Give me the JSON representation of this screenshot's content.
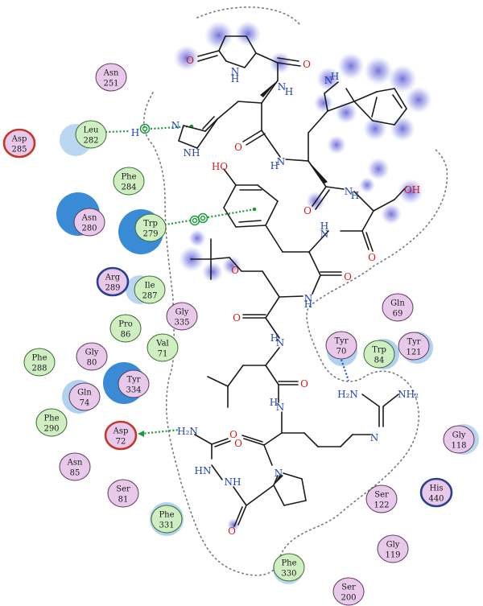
{
  "diagram": {
    "colors": {
      "polar_fill": "#e9c9e9",
      "hydrophobic_fill": "#cfeec2",
      "acidic_ring": "#c0392b",
      "basic_ring": "#2c3f8f",
      "exposure_halo": "#3a8bd6",
      "ligand_exposure": "#6f6fd8",
      "hbond": "#1a9a3a",
      "pi_stack": "#1a9a3a",
      "cation_pi": "#2255cc",
      "bond": "#1a1a1a",
      "oxygen": "#d11b1b",
      "nitrogen": "#2040b0",
      "pocket_outline": "#777777"
    },
    "residues": [
      {
        "id": "asn251",
        "l1": "Asn",
        "l2": "251",
        "type": "polar"
      },
      {
        "id": "leu282",
        "l1": "Leu",
        "l2": "282",
        "type": "hydrophobic",
        "halo": "small"
      },
      {
        "id": "asp285",
        "l1": "Asp",
        "l2": "285",
        "type": "acidic"
      },
      {
        "id": "phe284",
        "l1": "Phe",
        "l2": "284",
        "type": "hydrophobic"
      },
      {
        "id": "asn280",
        "l1": "Asn",
        "l2": "280",
        "type": "polar",
        "halo": "big"
      },
      {
        "id": "trp279",
        "l1": "Trp",
        "l2": "279",
        "type": "hydrophobic",
        "halo": "big"
      },
      {
        "id": "arg289",
        "l1": "Arg",
        "l2": "289",
        "type": "basic"
      },
      {
        "id": "ile287",
        "l1": "Ile",
        "l2": "287",
        "type": "hydrophobic",
        "halo": "small"
      },
      {
        "id": "gly335",
        "l1": "Gly",
        "l2": "335",
        "type": "polar"
      },
      {
        "id": "pro86",
        "l1": "Pro",
        "l2": "86",
        "type": "hydrophobic"
      },
      {
        "id": "val71",
        "l1": "Val",
        "l2": "71",
        "type": "hydrophobic"
      },
      {
        "id": "phe288",
        "l1": "Phe",
        "l2": "288",
        "type": "hydrophobic"
      },
      {
        "id": "gly80",
        "l1": "Gly",
        "l2": "80",
        "type": "polar"
      },
      {
        "id": "tyr334",
        "l1": "Tyr",
        "l2": "334",
        "type": "polar",
        "halo": "big"
      },
      {
        "id": "gln74",
        "l1": "Gln",
        "l2": "74",
        "type": "polar",
        "halo": "small"
      },
      {
        "id": "phe290",
        "l1": "Phe",
        "l2": "290",
        "type": "hydrophobic"
      },
      {
        "id": "asp72",
        "l1": "Asp",
        "l2": "72",
        "type": "acidic"
      },
      {
        "id": "asn85",
        "l1": "Asn",
        "l2": "85",
        "type": "polar"
      },
      {
        "id": "ser81",
        "l1": "Ser",
        "l2": "81",
        "type": "polar"
      },
      {
        "id": "phe331",
        "l1": "Phe",
        "l2": "331",
        "type": "hydrophobic",
        "halo": "small"
      },
      {
        "id": "gln69",
        "l1": "Gln",
        "l2": "69",
        "type": "polar"
      },
      {
        "id": "tyr70",
        "l1": "Tyr",
        "l2": "70",
        "type": "polar",
        "halo": "small"
      },
      {
        "id": "trp84",
        "l1": "Trp",
        "l2": "84",
        "type": "hydrophobic",
        "halo": "small"
      },
      {
        "id": "tyr121",
        "l1": "Tyr",
        "l2": "121",
        "type": "polar",
        "halo": "small"
      },
      {
        "id": "gly118",
        "l1": "Gly",
        "l2": "118",
        "type": "polar",
        "halo": "small"
      },
      {
        "id": "ser122",
        "l1": "Ser",
        "l2": "122",
        "type": "polar"
      },
      {
        "id": "his440",
        "l1": "His",
        "l2": "440",
        "type": "basic"
      },
      {
        "id": "gly119",
        "l1": "Gly",
        "l2": "119",
        "type": "polar"
      },
      {
        "id": "phe330",
        "l1": "Phe",
        "l2": "330",
        "type": "hydrophobic",
        "halo": "small"
      },
      {
        "id": "ser200",
        "l1": "Ser",
        "l2": "200",
        "type": "polar"
      }
    ],
    "atom_labels": [
      {
        "id": "o-pyro",
        "text": "O",
        "el": "O"
      },
      {
        "id": "nh-pyro",
        "text": "H",
        "el": "N"
      },
      {
        "id": "n-pyro",
        "text": "N",
        "el": "N"
      },
      {
        "id": "o-pyro-amide",
        "text": "O",
        "el": "O"
      },
      {
        "id": "nh-his-bb",
        "text": "N",
        "el": "N"
      },
      {
        "id": "h-his-bb",
        "text": "H",
        "el": "N"
      },
      {
        "id": "n-trp-ring",
        "text": "N",
        "el": "N"
      },
      {
        "id": "h-trp-ring",
        "text": "H",
        "el": "N"
      },
      {
        "id": "n-im1",
        "text": "N",
        "el": "N"
      },
      {
        "id": "nh-im2",
        "text": "NH",
        "el": "N"
      },
      {
        "id": "h-leu-hb",
        "text": "H",
        "el": "N"
      },
      {
        "id": "o-his-co",
        "text": "O",
        "el": "O"
      },
      {
        "id": "n-trp-bb",
        "text": "N",
        "el": "N"
      },
      {
        "id": "h-trp-bb",
        "text": "H",
        "el": "N"
      },
      {
        "id": "o-trp-co",
        "text": "O",
        "el": "O"
      },
      {
        "id": "nh-ser-bb",
        "text": "N",
        "el": "N"
      },
      {
        "id": "h-ser-bb",
        "text": "H",
        "el": "N"
      },
      {
        "id": "oh-ser",
        "text": "OH",
        "el": "O"
      },
      {
        "id": "ho-tyr",
        "text": "HO",
        "el": "O"
      },
      {
        "id": "h-tyr-bb",
        "text": "H",
        "el": "N"
      },
      {
        "id": "n-tyr-bb",
        "text": "N",
        "el": "N"
      },
      {
        "id": "o-ser-co",
        "text": "O",
        "el": "O"
      },
      {
        "id": "o-tbu",
        "text": "O",
        "el": "O"
      },
      {
        "id": "o-tyr-co",
        "text": "O",
        "el": "O"
      },
      {
        "id": "n-dser-bb",
        "text": "N",
        "el": "N"
      },
      {
        "id": "h-dser-bb",
        "text": "H",
        "el": "N"
      },
      {
        "id": "o-dser-co",
        "text": "O",
        "el": "O"
      },
      {
        "id": "n-leu-bb",
        "text": "N",
        "el": "N"
      },
      {
        "id": "h-leu-bb",
        "text": "H",
        "el": "N"
      },
      {
        "id": "o-leu-co",
        "text": "O",
        "el": "O"
      },
      {
        "id": "n-arg-bb",
        "text": "N",
        "el": "N"
      },
      {
        "id": "h-arg-bb",
        "text": "H",
        "el": "N"
      },
      {
        "id": "h2n-guan",
        "text": "H₂N",
        "el": "N"
      },
      {
        "id": "nh2-guan",
        "text": "NH₂",
        "el": "N"
      },
      {
        "id": "n-guan",
        "text": "N",
        "el": "N"
      },
      {
        "id": "h2n-azgly",
        "text": "H₂N",
        "el": "N"
      },
      {
        "id": "o-azgly",
        "text": "O",
        "el": "O"
      },
      {
        "id": "hn-azgly",
        "text": "HN",
        "el": "N"
      },
      {
        "id": "nh-azgly",
        "text": "NH",
        "el": "N"
      },
      {
        "id": "o-arg-co",
        "text": "O",
        "el": "O"
      },
      {
        "id": "n-pro",
        "text": "N",
        "el": "N"
      },
      {
        "id": "o-pro-co",
        "text": "O",
        "el": "O"
      }
    ]
  }
}
